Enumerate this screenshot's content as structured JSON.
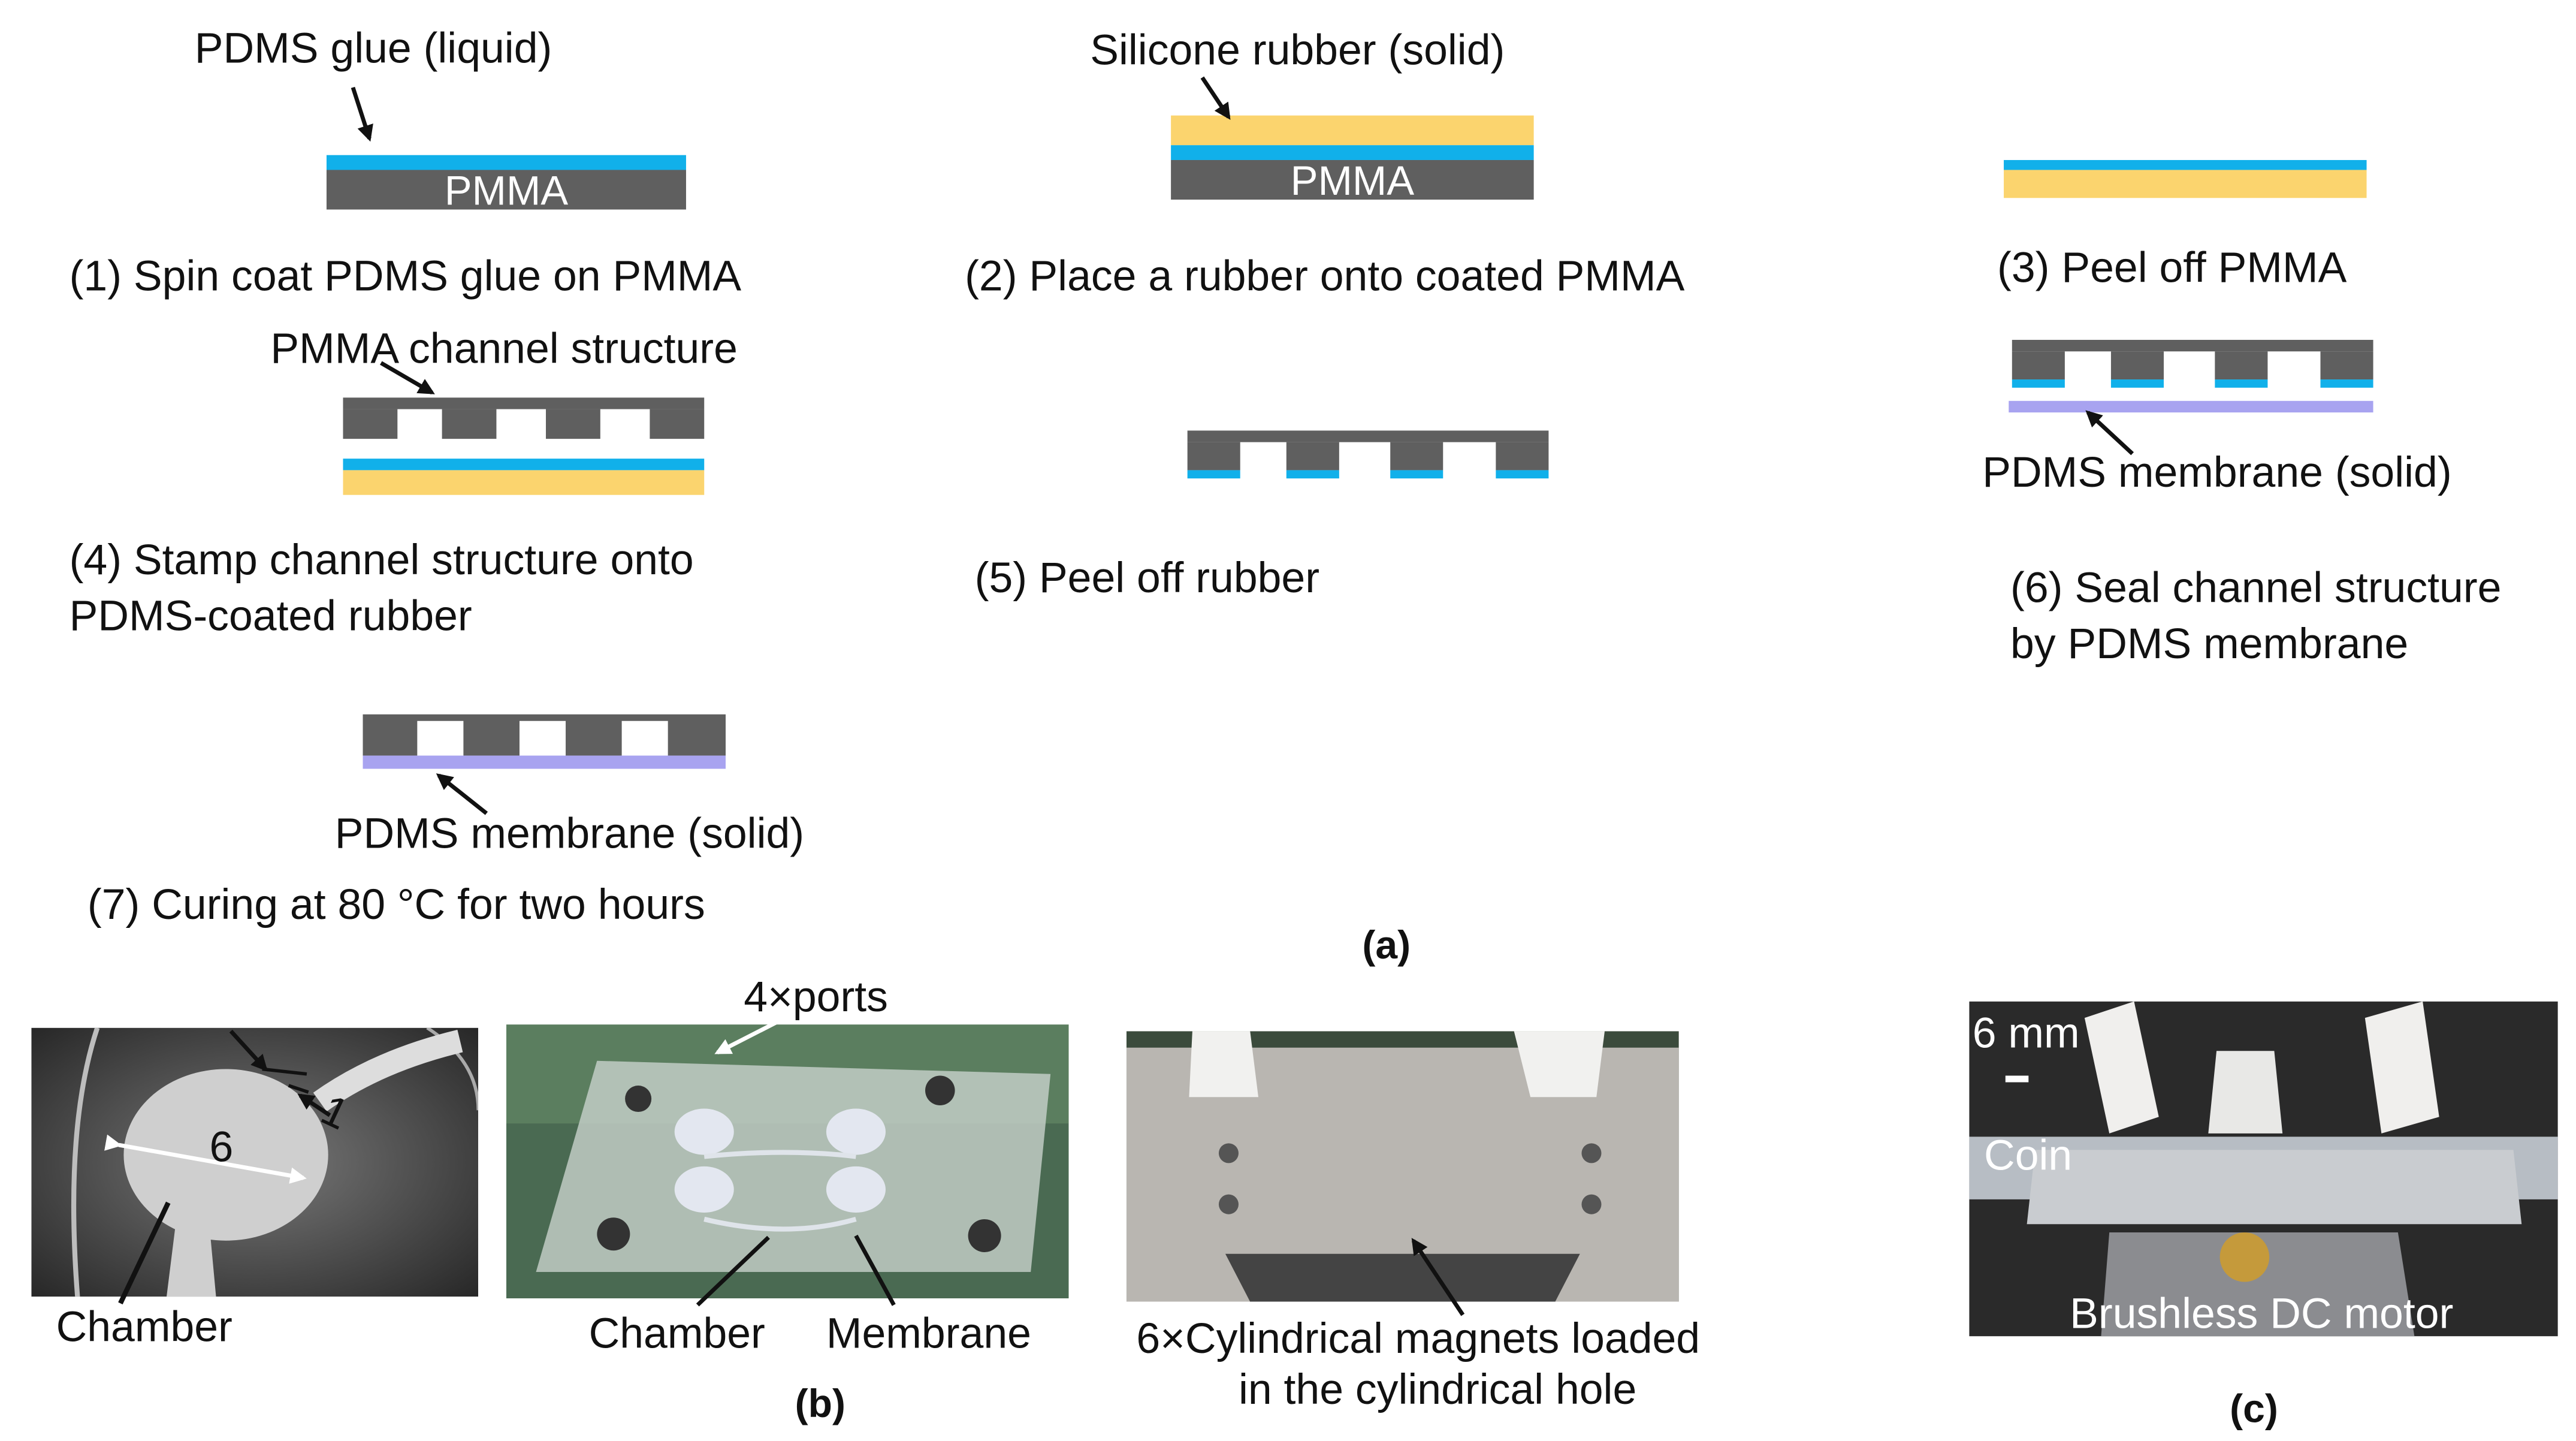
{
  "labels": {
    "pdms_glue_liquid": "PDMS glue (liquid)",
    "silicone_rubber_solid": "Silicone rubber (solid)",
    "pmma_1": "PMMA",
    "pmma_2": "PMMA",
    "step1": "(1) Spin coat PDMS glue on PMMA",
    "step2": "(2) Place a rubber onto coated PMMA",
    "step3": "(3) Peel off PMMA",
    "pmma_channel_structure": "PMMA channel structure",
    "step4_line1": "(4) Stamp channel structure onto",
    "step4_line2": "PDMS-coated rubber",
    "step5": "(5) Peel off rubber",
    "pdms_membrane_solid_6": "PDMS membrane (solid)",
    "step6_line1": "(6) Seal channel structure",
    "step6_line2": "by PDMS membrane",
    "pdms_membrane_solid_7": "PDMS membrane (solid)",
    "step7": "(7) Curing at 80 °C for two hours",
    "panel_a": "(a)",
    "ports": "4×ports",
    "dim_6": "6",
    "dim_1": "1",
    "chamber_1": "Chamber",
    "chamber_2": "Chamber",
    "membrane": "Membrane",
    "magnets_line1": "6×Cylindrical magnets loaded",
    "magnets_line2": "in the cylindrical hole",
    "panel_b": "(b)",
    "scale_6mm": "6 mm",
    "coin": "Coin",
    "brushless_dc_motor": "Brushless DC motor",
    "panel_c": "(c)"
  },
  "colors": {
    "pmma": "#5f5f5f",
    "pdms_glue": "#11b0ea",
    "silicone_rubber": "#fbd46e",
    "pdms_membrane": "#a8a3f0"
  }
}
